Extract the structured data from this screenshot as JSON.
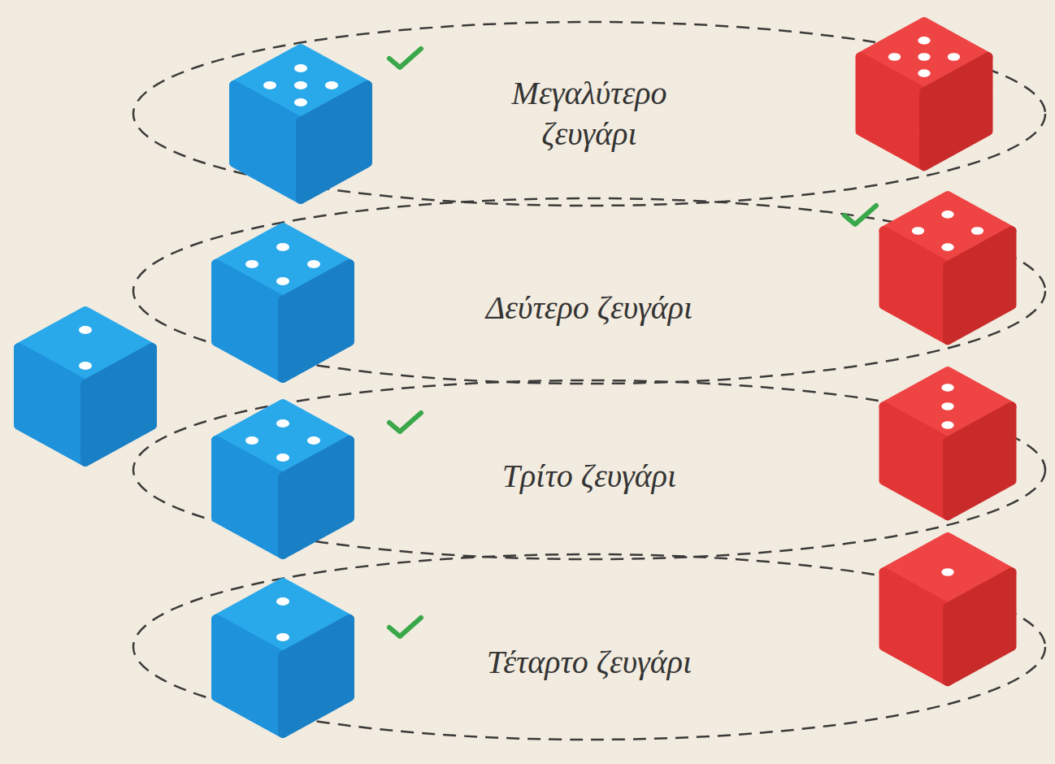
{
  "diagram": {
    "nodes": [
      {
        "text": [
          "Μεγαλύτερο ζευγάρι"
        ]
      },
      {
        "text": [
          "Δεύτερο ζευγάρι"
        ]
      },
      {
        "text": [
          "Τρίτο ζευγάρι"
        ]
      },
      {
        "text": [
          "Τέταρτο ζευγάρι"
        ]
      }
    ]
  }
}
